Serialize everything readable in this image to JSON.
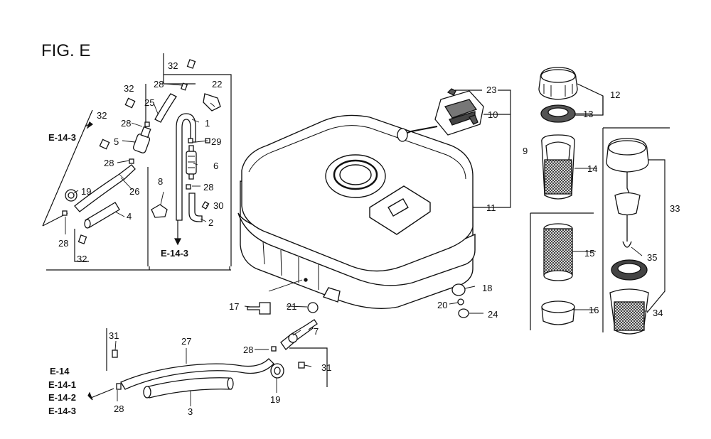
{
  "figure": {
    "title": "FIG. E"
  },
  "refs": {
    "left_top": "E-14-3",
    "left_mid": "E-14-3",
    "bottom": [
      "E-14",
      "E-14-1",
      "E-14-2",
      "E-14-3"
    ]
  },
  "parts": {
    "p1": "1",
    "p2": "2",
    "p3": "3",
    "p4": "4",
    "p5": "5",
    "p6": "6",
    "p7": "7",
    "p8": "8",
    "p9": "9",
    "p10": "10",
    "p11": "11",
    "p12": "12",
    "p13": "13",
    "p14": "14",
    "p15": "15",
    "p16": "16",
    "p17": "17",
    "p18": "18",
    "p19a": "19",
    "p19b": "19",
    "p20": "20",
    "p21": "21",
    "p22": "22",
    "p23": "23",
    "p24": "24",
    "p25": "25",
    "p26": "26",
    "p27": "27",
    "p28a": "28",
    "p28b": "28",
    "p28c": "28",
    "p28d": "28",
    "p28e": "28",
    "p28f": "28",
    "p28g": "28",
    "p29": "29",
    "p30": "30",
    "p31a": "31",
    "p31b": "31",
    "p32a": "32",
    "p32b": "32",
    "p32c": "32",
    "p32d": "32",
    "p33": "33",
    "p34": "34",
    "p35": "35"
  }
}
